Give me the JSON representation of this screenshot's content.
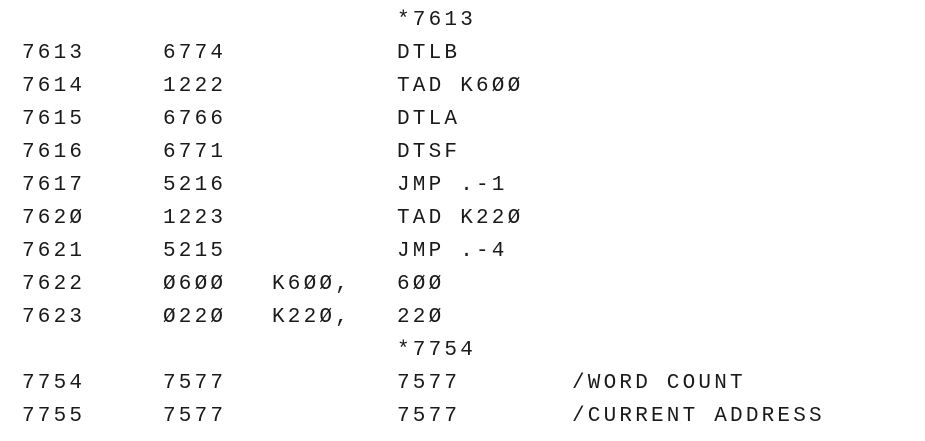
{
  "listing": [
    {
      "addr": "",
      "code": "",
      "label": "",
      "instr": "*7613",
      "comment": ""
    },
    {
      "addr": "7613",
      "code": "6774",
      "label": "",
      "instr": "DTLB",
      "comment": ""
    },
    {
      "addr": "7614",
      "code": "1222",
      "label": "",
      "instr": "TAD K6ØØ",
      "comment": ""
    },
    {
      "addr": "7615",
      "code": "6766",
      "label": "",
      "instr": "DTLA",
      "comment": ""
    },
    {
      "addr": "7616",
      "code": "6771",
      "label": "",
      "instr": "DTSF",
      "comment": ""
    },
    {
      "addr": "7617",
      "code": "5216",
      "label": "",
      "instr": "JMP .-1",
      "comment": ""
    },
    {
      "addr": "762Ø",
      "code": "1223",
      "label": "",
      "instr": "TAD K22Ø",
      "comment": ""
    },
    {
      "addr": "7621",
      "code": "5215",
      "label": "",
      "instr": "JMP .-4",
      "comment": ""
    },
    {
      "addr": "7622",
      "code": "Ø6ØØ",
      "label": "K6ØØ,",
      "instr": "6ØØ",
      "comment": ""
    },
    {
      "addr": "7623",
      "code": "Ø22Ø",
      "label": "K22Ø,",
      "instr": "22Ø",
      "comment": ""
    },
    {
      "addr": "",
      "code": "",
      "label": "",
      "instr": "*7754",
      "comment": ""
    },
    {
      "addr": "7754",
      "code": "7577",
      "label": "",
      "instr": "7577",
      "comment": "/WORD COUNT"
    },
    {
      "addr": "7755",
      "code": "7577",
      "label": "",
      "instr": "7577",
      "comment": "/CURRENT ADDRESS"
    }
  ]
}
